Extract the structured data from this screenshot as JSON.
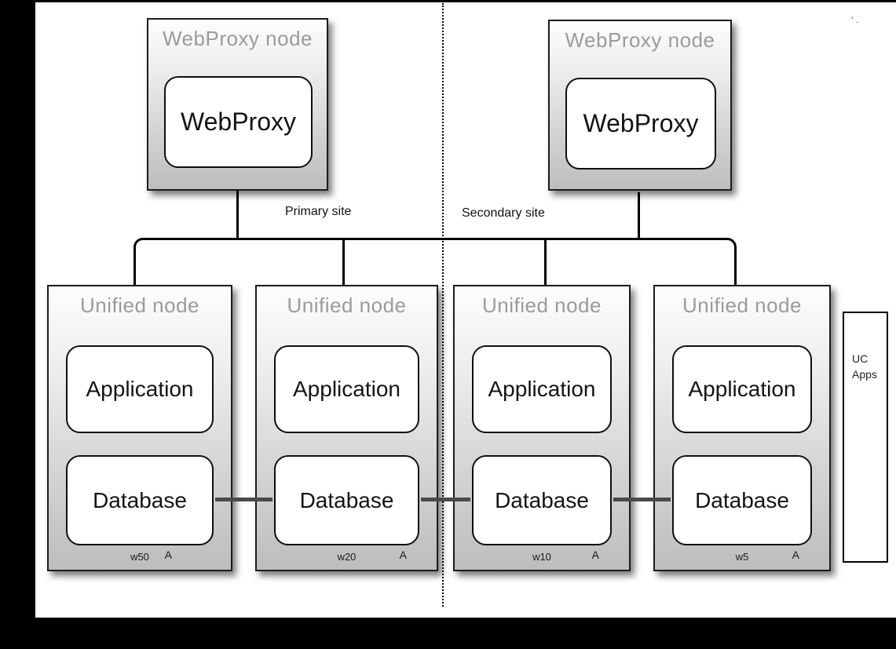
{
  "sites": {
    "primary": "Primary site",
    "secondary": "Secondary site"
  },
  "webproxy_nodes": [
    {
      "title": "WebProxy node",
      "label": "WebProxy"
    },
    {
      "title": "WebProxy node",
      "label": "WebProxy"
    }
  ],
  "unified_nodes": [
    {
      "title": "Unified node",
      "app": "Application",
      "db": "Database",
      "weight": "w50",
      "marker": "A"
    },
    {
      "title": "Unified node",
      "app": "Application",
      "db": "Database",
      "weight": "w20",
      "marker": "A"
    },
    {
      "title": "Unified node",
      "app": "Application",
      "db": "Database",
      "weight": "w10",
      "marker": "A"
    },
    {
      "title": "Unified node",
      "app": "Application",
      "db": "Database",
      "weight": "w5",
      "marker": "A"
    }
  ],
  "uc_apps": {
    "line1": "UC",
    "line2": "Apps"
  },
  "stray_marks": "’.",
  "colors": {
    "node_border": "#1c1c1c",
    "muted_label": "#9b9b9b",
    "db_link": "#4a4a4a",
    "page": "#ffffff",
    "frame": "#000000"
  }
}
